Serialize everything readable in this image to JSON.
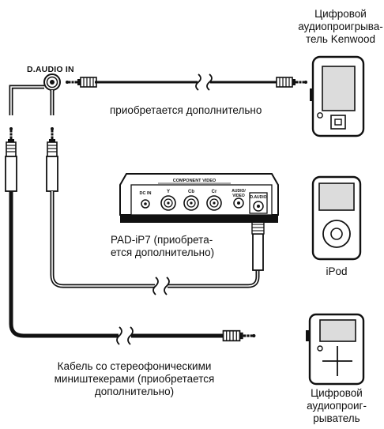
{
  "texts": {
    "jack_label": "D.AUDIO IN",
    "kenwood_player": [
      "Цифровой",
      "аудиопроигрыва-",
      "тель Kenwood"
    ],
    "optional_top": "приобретается дополнительно",
    "pad_ip7": [
      "PAD-iP7 (приобрета-",
      "ется дополнительно)"
    ],
    "ipod": "iPod",
    "cable": [
      "Кабель со стереофоническими",
      "миништекерами (приобретается",
      "дополнительно)"
    ],
    "digital_player": [
      "Цифровой",
      "аудиопроиг-",
      "рыватель"
    ]
  },
  "pad_panel": {
    "title": "COMPONENT VIDEO",
    "dc_in": "DC IN",
    "y": "Y",
    "cb": "Cb",
    "cr": "Cr",
    "audio_video": [
      "AUDIO/",
      "VIDEO"
    ],
    "d_audio": "D.AUDIO"
  },
  "colors": {
    "ink": "#111111",
    "paper": "#ffffff",
    "panel": "#dcdcdc"
  }
}
